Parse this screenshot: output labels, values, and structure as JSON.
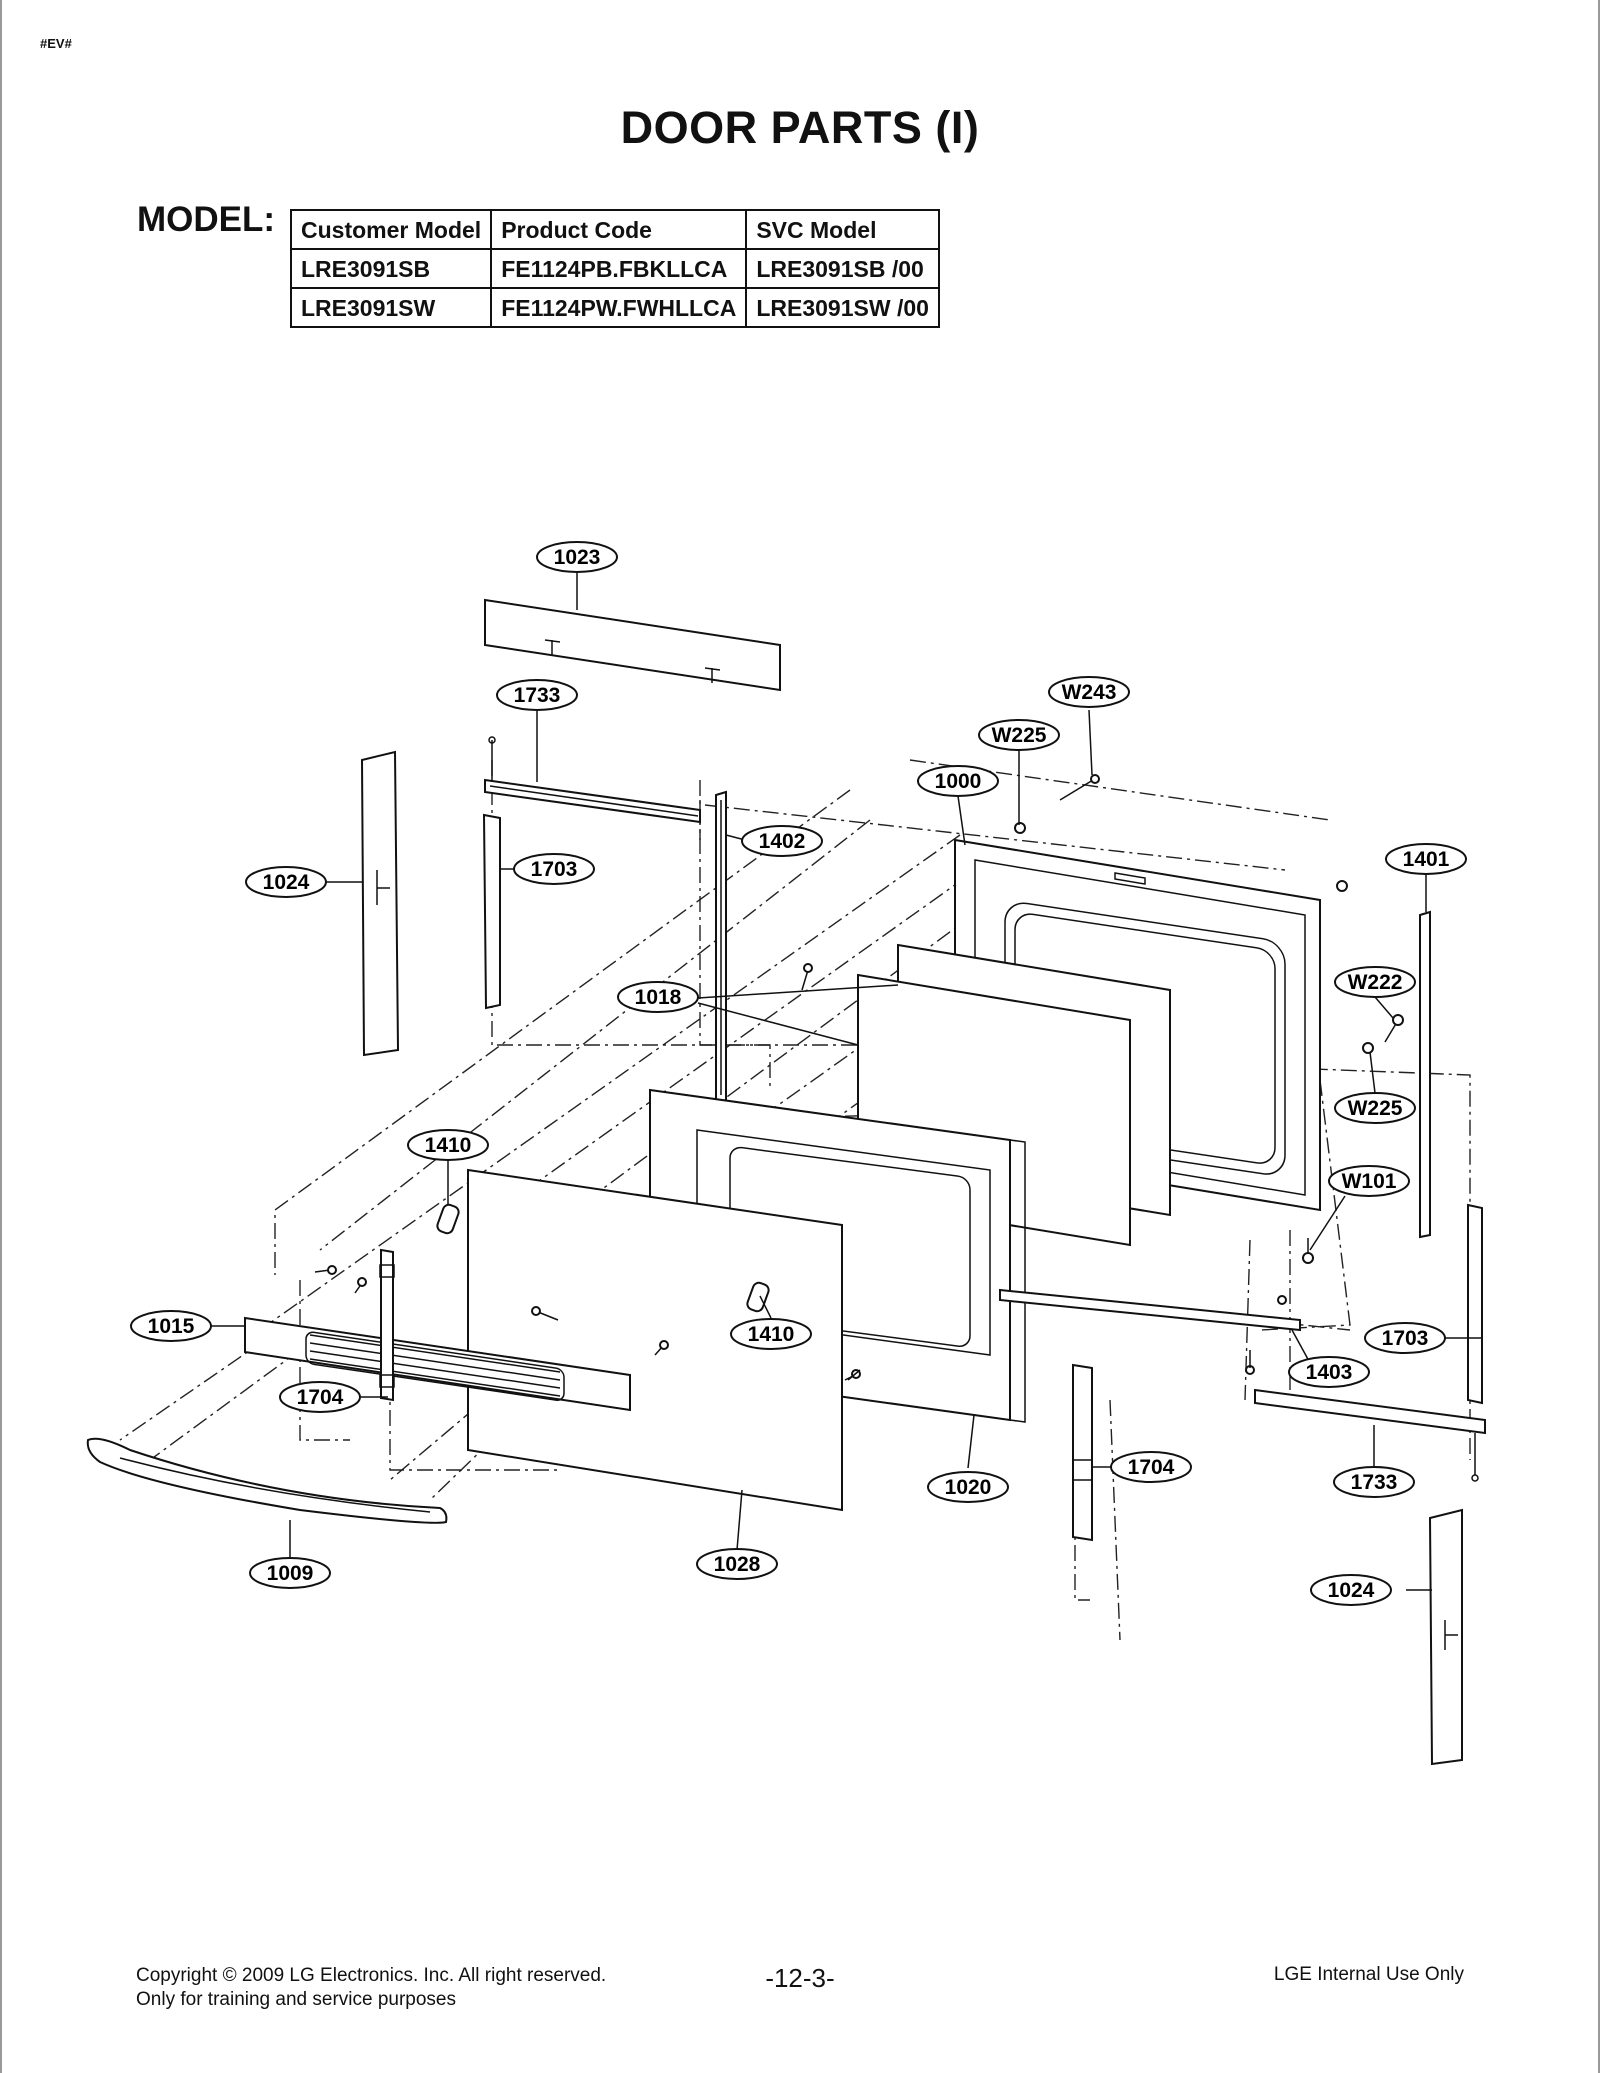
{
  "doc_tag": "#EV#",
  "title": "DOOR PARTS (I)",
  "model_label": "MODEL:",
  "model_table": {
    "headers": [
      "Customer Model",
      "Product Code",
      "SVC Model"
    ],
    "rows": [
      [
        "LRE3091SB",
        "FE1124PB.FBKLLCA",
        "LRE3091SB /00"
      ],
      [
        "LRE3091SW",
        "FE1124PW.FWHLLCA",
        "LRE3091SW /00"
      ]
    ]
  },
  "callouts": {
    "c1023": "1023",
    "c1733a": "1733",
    "c1024a": "1024",
    "c1703a": "1703",
    "c1402": "1402",
    "cW243": "W243",
    "cW225a": "W225",
    "c1000": "1000",
    "c1401": "1401",
    "c1018": "1018",
    "cW222": "W222",
    "cW225b": "W225",
    "c1410a": "1410",
    "cW101": "W101",
    "c1015": "1015",
    "c1410b": "1410",
    "c1703b": "1703",
    "c1704a": "1704",
    "c1403": "1403",
    "c1704b": "1704",
    "c1020": "1020",
    "c1733b": "1733",
    "c1009": "1009",
    "c1028": "1028",
    "c1024b": "1024"
  },
  "footer": {
    "copyright": "Copyright © 2009 LG Electronics. Inc. All right reserved.",
    "training": "Only for training and service purposes",
    "page_number": "-12-3-",
    "internal": "LGE Internal Use Only"
  }
}
